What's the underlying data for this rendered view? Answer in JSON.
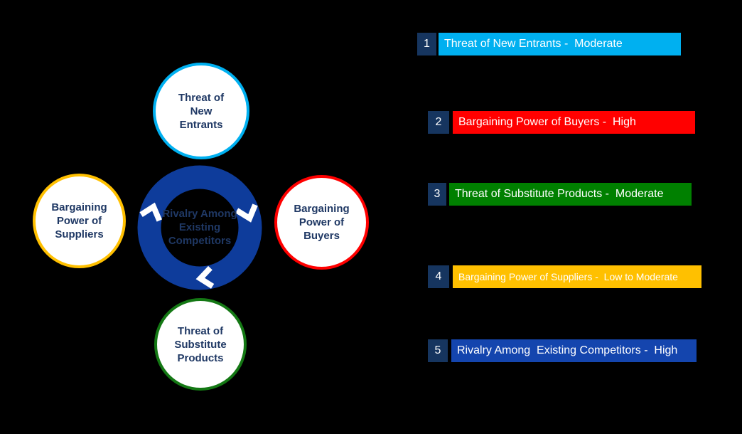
{
  "background": "#000000",
  "diagram": {
    "text_color": "#1F3864",
    "center": {
      "lines": [
        "Rivalry Among",
        "Existing",
        "Competitors"
      ],
      "ring_color": "#0E3C9B",
      "chevron_color": "#FFFFFF",
      "text_color": "#1F3864"
    },
    "nodes": [
      {
        "id": "threat-of-new-entrants",
        "lines": [
          "Threat of",
          "New",
          "Entrants"
        ],
        "border_color": "#00B0F0"
      },
      {
        "id": "bargaining-power-suppliers",
        "lines": [
          "Bargaining",
          "Power of",
          "Suppliers"
        ],
        "border_color": "#FFC000"
      },
      {
        "id": "bargaining-power-buyers",
        "lines": [
          "Bargaining",
          "Power of",
          "Buyers"
        ],
        "border_color": "#FF0000"
      },
      {
        "id": "threat-of-substitutes",
        "lines": [
          "Threat of",
          "Substitute",
          "Products"
        ],
        "border_color": "#147814"
      }
    ]
  },
  "legend": {
    "number_bg": "#16355F",
    "items": [
      {
        "number": "1",
        "label": "Threat of New Entrants -  Moderate",
        "color": "#00B0F0"
      },
      {
        "number": "2",
        "label": "Bargaining Power of Buyers -  High",
        "color": "#FF0000"
      },
      {
        "number": "3",
        "label": "Threat of Substitute Products -  Moderate",
        "color": "#008000"
      },
      {
        "number": "4",
        "label": "Bargaining Power of Suppliers -  Low to Moderate",
        "color": "#FFC000"
      },
      {
        "number": "5",
        "label": "Rivalry Among  Existing Competitors -  High",
        "color": "#1445AE"
      }
    ]
  }
}
